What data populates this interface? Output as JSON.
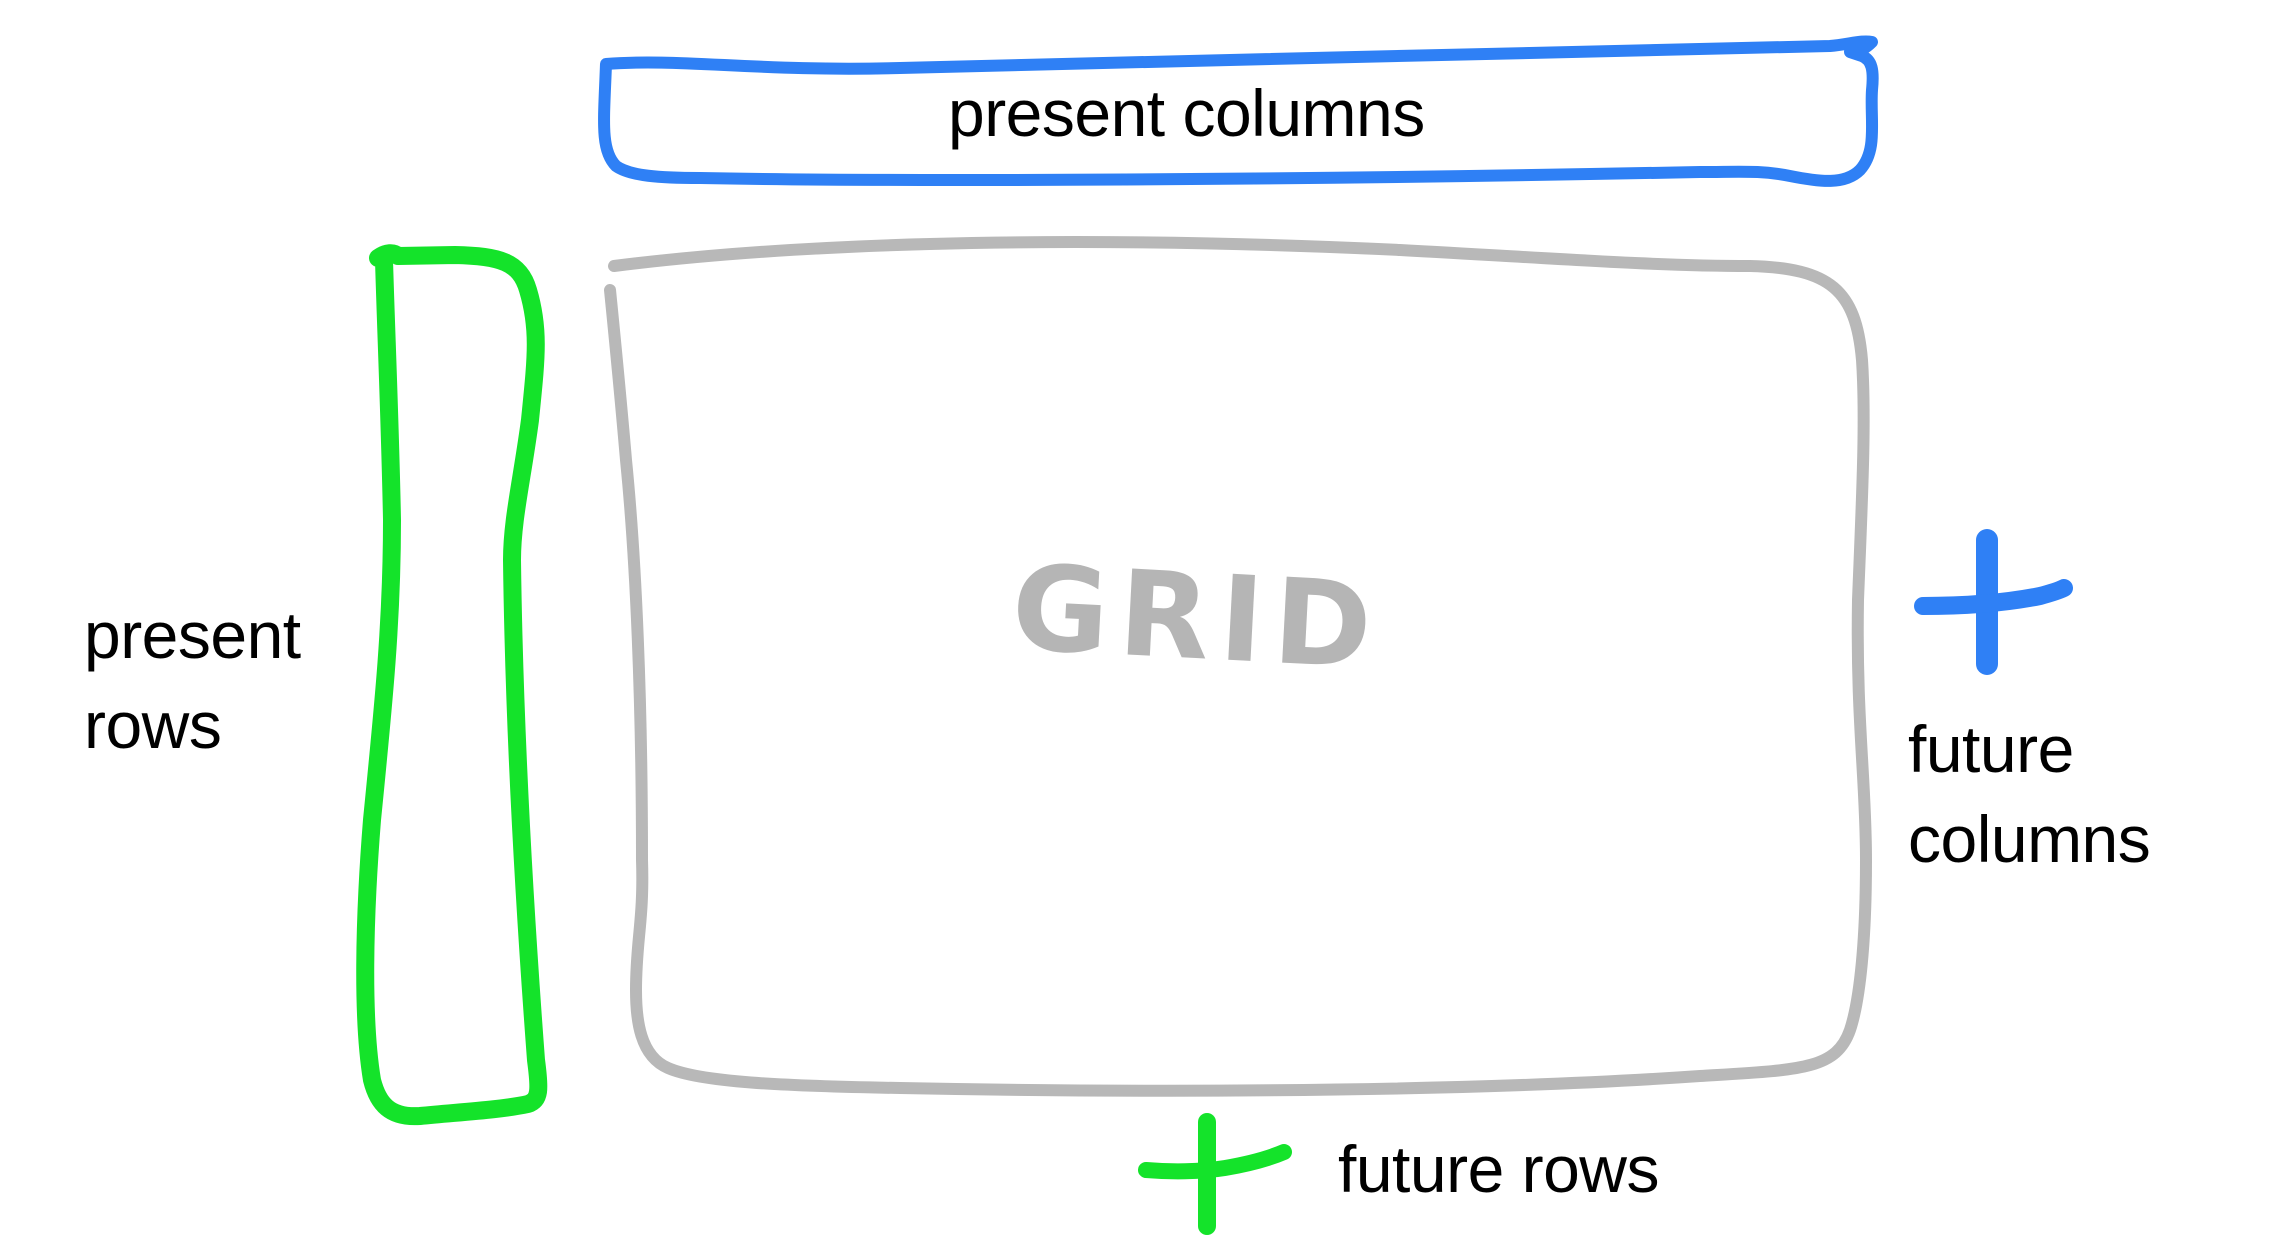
{
  "diagram": {
    "present_columns": {
      "label": "present columns",
      "color": "#2f80f5"
    },
    "present_rows": {
      "label_lines": [
        "present",
        "rows"
      ],
      "color": "#14e32a"
    },
    "grid": {
      "label": "GRID",
      "color": "#b5b5b5"
    },
    "future_columns": {
      "icon": "plus-icon",
      "label_lines": [
        "future",
        "columns"
      ],
      "color": "#2f80f5"
    },
    "future_rows": {
      "icon": "plus-icon",
      "label": "future rows",
      "color": "#14e32a"
    },
    "text_color": "#000000"
  }
}
